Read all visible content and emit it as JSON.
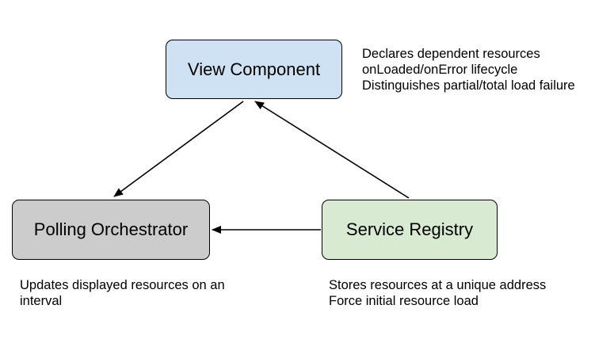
{
  "nodes": {
    "view_component": {
      "label": "View Component",
      "fill": "#cfe2f3"
    },
    "polling_orchestrator": {
      "label": "Polling Orchestrator",
      "fill": "#cccccc"
    },
    "service_registry": {
      "label": "Service Registry",
      "fill": "#d9ead3"
    }
  },
  "edges": [
    {
      "from": "view_component",
      "to": "polling_orchestrator"
    },
    {
      "from": "service_registry",
      "to": "view_component"
    },
    {
      "from": "service_registry",
      "to": "polling_orchestrator"
    }
  ],
  "notes": {
    "view_component": [
      "Declares dependent resources",
      "onLoaded/onError lifecycle",
      "Distinguishes partial/total load failure"
    ],
    "polling_orchestrator": [
      "Updates displayed resources on an",
      "interval"
    ],
    "service_registry": [
      "Stores resources at a unique address",
      "Force initial resource load"
    ]
  }
}
